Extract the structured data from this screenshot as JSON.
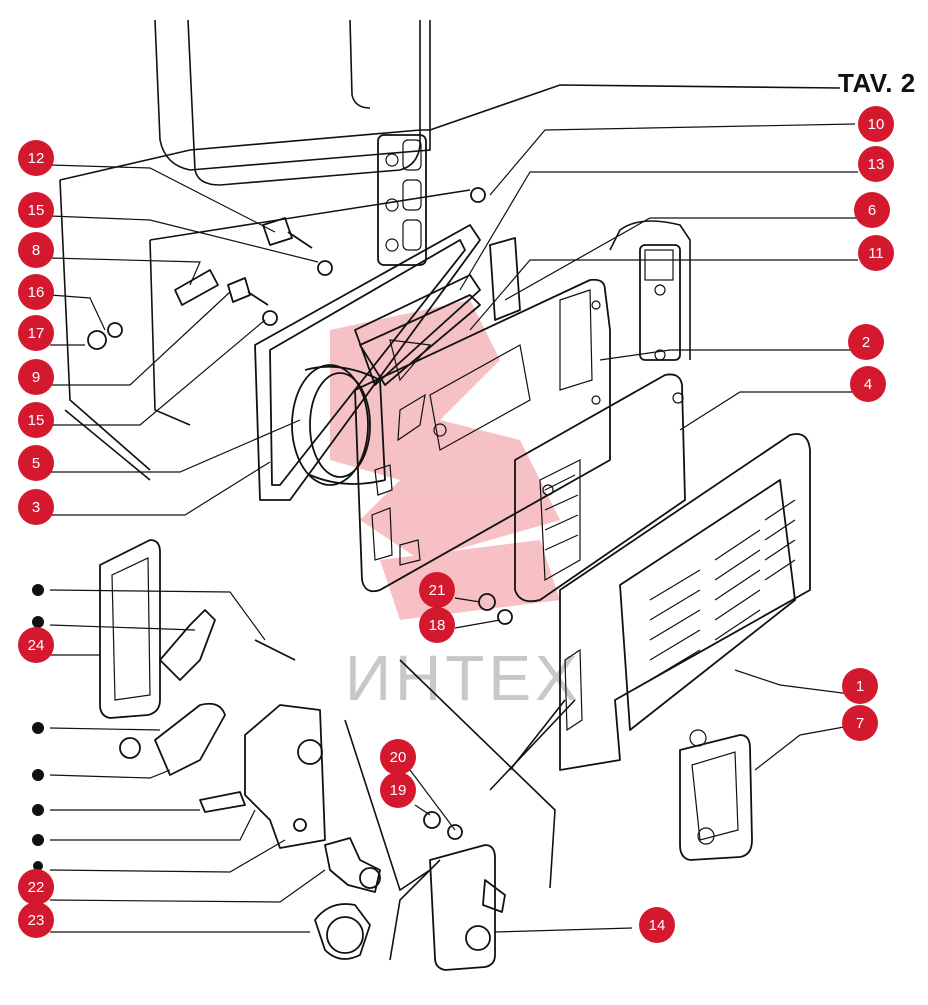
{
  "title": "TAV. 2",
  "watermark": "ИНТЕХ",
  "colors": {
    "callout": "#d4182e",
    "line": "#111111",
    "watermark": "#e02030"
  },
  "callouts": [
    "10",
    "12",
    "13",
    "6",
    "15",
    "11",
    "8",
    "16",
    "2",
    "17",
    "9",
    "4",
    "15",
    "5",
    "3",
    "21",
    "18",
    "24",
    "1",
    "7",
    "20",
    "19",
    "22",
    "23",
    "14"
  ]
}
